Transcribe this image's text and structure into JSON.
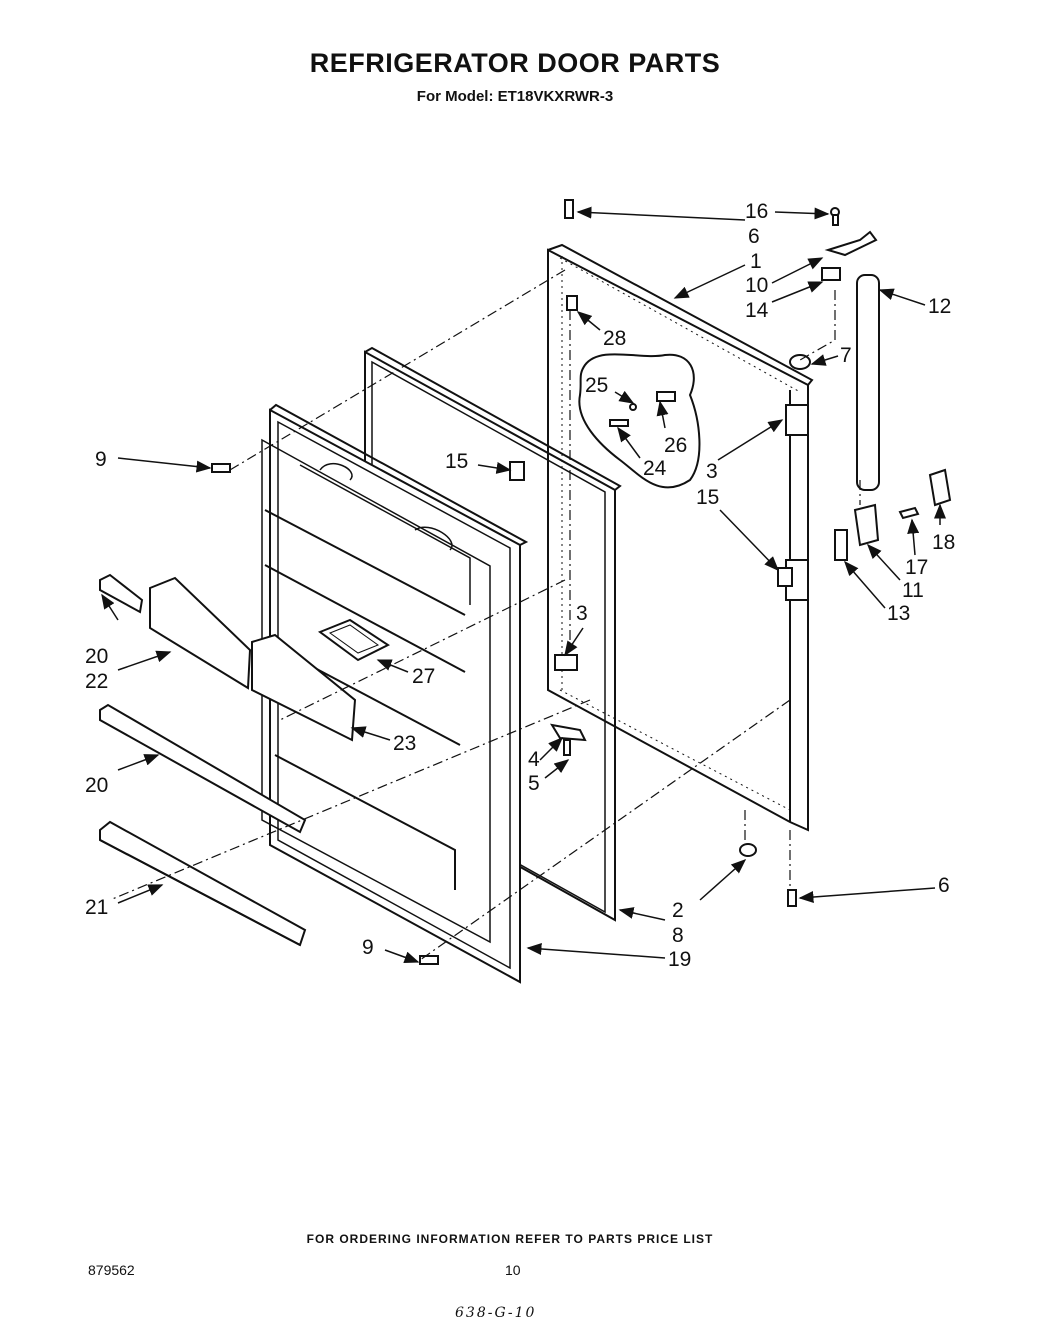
{
  "header": {
    "title": "REFRIGERATOR DOOR PARTS",
    "subtitle": "For Model: ET18VKXRWR-3"
  },
  "footer": {
    "ordering_note": "FOR ORDERING INFORMATION REFER TO PARTS PRICE LIST",
    "document_number": "879562",
    "page_number": "10",
    "handwritten_note": "638-G-10"
  },
  "callouts": [
    {
      "id": "c16",
      "text": "16"
    },
    {
      "id": "c6a",
      "text": "6"
    },
    {
      "id": "c1",
      "text": "1"
    },
    {
      "id": "c10",
      "text": "10"
    },
    {
      "id": "c14",
      "text": "14"
    },
    {
      "id": "c12",
      "text": "12"
    },
    {
      "id": "c28",
      "text": "28"
    },
    {
      "id": "c7",
      "text": "7"
    },
    {
      "id": "c25",
      "text": "25"
    },
    {
      "id": "c26",
      "text": "26"
    },
    {
      "id": "c24",
      "text": "24"
    },
    {
      "id": "c3a",
      "text": "3"
    },
    {
      "id": "c9a",
      "text": "9"
    },
    {
      "id": "c15a",
      "text": "15"
    },
    {
      "id": "c15b",
      "text": "15"
    },
    {
      "id": "c18",
      "text": "18"
    },
    {
      "id": "c17",
      "text": "17"
    },
    {
      "id": "c11",
      "text": "11"
    },
    {
      "id": "c13",
      "text": "13"
    },
    {
      "id": "c3b",
      "text": "3"
    },
    {
      "id": "c20a",
      "text": "20"
    },
    {
      "id": "c22",
      "text": "22"
    },
    {
      "id": "c27",
      "text": "27"
    },
    {
      "id": "c23",
      "text": "23"
    },
    {
      "id": "c4",
      "text": "4"
    },
    {
      "id": "c5",
      "text": "5"
    },
    {
      "id": "c20b",
      "text": "20"
    },
    {
      "id": "c6b",
      "text": "6"
    },
    {
      "id": "c2",
      "text": "2"
    },
    {
      "id": "c8",
      "text": "8"
    },
    {
      "id": "c21",
      "text": "21"
    },
    {
      "id": "c9b",
      "text": "9"
    },
    {
      "id": "c19",
      "text": "19"
    }
  ]
}
